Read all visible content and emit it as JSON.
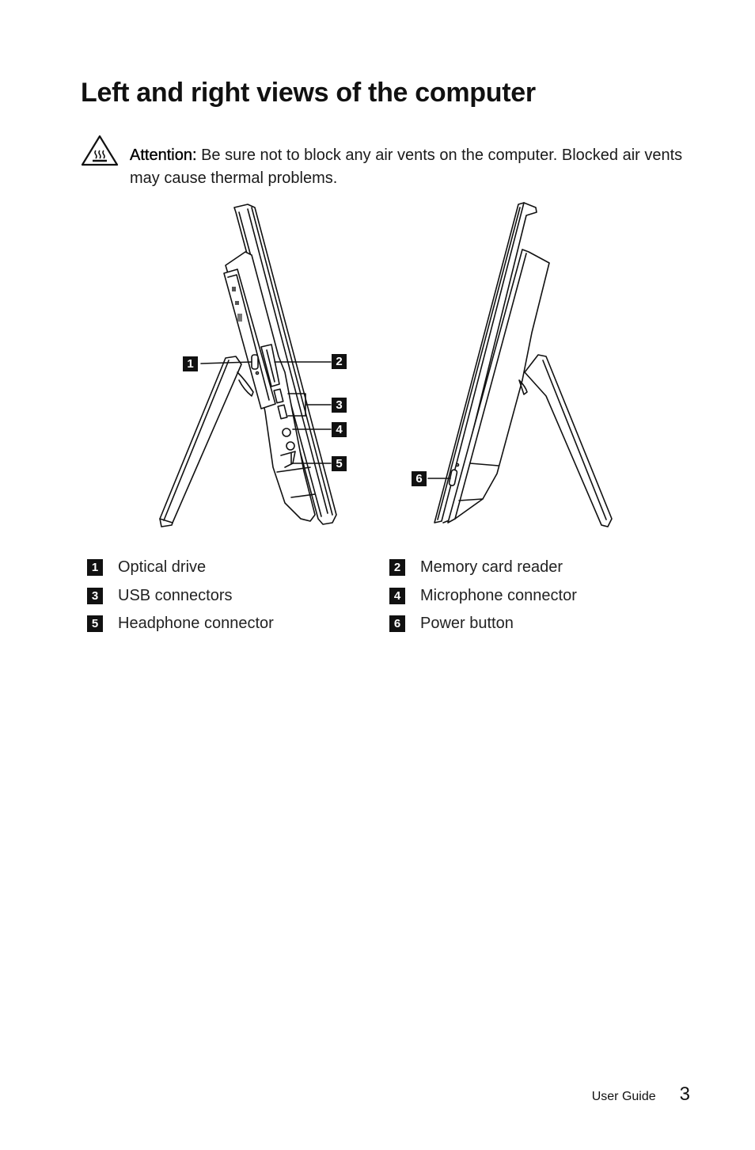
{
  "page": {
    "title": "Left and right views of the computer",
    "attention": {
      "icon": "hot-surface-warning-icon",
      "label": "Attention:",
      "text": " Be sure not to block any air vents on the computer. Blocked air vents may cause thermal problems."
    },
    "figure": {
      "left_view_callouts": [
        "1",
        "2",
        "3",
        "4",
        "5"
      ],
      "right_view_callouts": [
        "6"
      ]
    },
    "legend": [
      {
        "num": "1",
        "label": "Optical drive"
      },
      {
        "num": "2",
        "label": "Memory card reader"
      },
      {
        "num": "3",
        "label": "USB connectors"
      },
      {
        "num": "4",
        "label": "Microphone connector"
      },
      {
        "num": "5",
        "label": "Headphone connector"
      },
      {
        "num": "6",
        "label": "Power button"
      }
    ],
    "footer": {
      "guide_label": "User Guide",
      "page_number": "3"
    }
  }
}
